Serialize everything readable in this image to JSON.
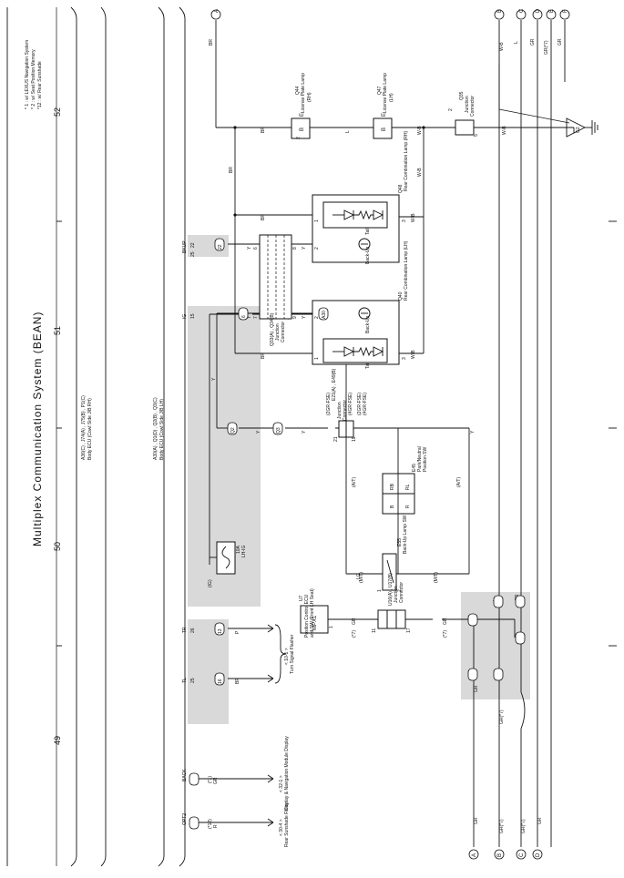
{
  "title": "Multiplex Communication System (BEAN)",
  "notes": [
    "* 1 : w/ LEXUS Navigation System",
    "* 2 : w/ Seat Position Memory",
    "*12 : w/ Rear Sunshade"
  ],
  "page_numbers": [
    "52",
    "51",
    "50",
    "49"
  ],
  "ecu_labels": {
    "rh_line1": "A36(C) , J74(A) , J75(B) , P1(C)",
    "rh_line2": "Body ECU (Cowl Side J/B RH)",
    "lh_line1": "A30(A) , Q1(D) , Q2(B) , Q3(C)",
    "lh_line2": "Body ECU (Cowl Side J/B LH)"
  },
  "terminals": {
    "bkup": "BKUP",
    "ig": "IG",
    "tr": "TR",
    "tl": "TL",
    "back": "BACK",
    "opt2": "OPT2",
    "pin_22": "22",
    "pin_25": "25",
    "pin_15": "15",
    "pin_6": "6",
    "pin_26": "26",
    "pin_13": "13",
    "pin_25b": "25",
    "pin_16": "16",
    "pin_27": "27",
    "pin_23": "23"
  },
  "wire_colors": {
    "br": "BR",
    "y": "Y",
    "p": "P",
    "r": "R",
    "gr": "GR",
    "gr7": "GR(*7)",
    "l": "L",
    "lg": "LG",
    "wb": "W-B"
  },
  "components": {
    "q44_code": "Q44",
    "q44_name": "License Plate Lamp",
    "q44_side": "(RH)",
    "q47_code": "Q47",
    "q47_name": "License Plate Lamp",
    "q47_side": "(LH)",
    "q35_code": "Q35",
    "q35_name1": "Junction",
    "q35_name2": "Connector",
    "q48_code": "Q48",
    "q48_name": "Rear Combination Lamp (RH)",
    "q40_code": "Q40",
    "q40_name": "Rear Combination Lamp (LH)",
    "tail": "Tail",
    "backup": "Back-Up",
    "q33_code": "Q33(A) , Q34(B)",
    "q33_name1": "Junction",
    "q33_name2": "Connector",
    "e21_code": "E21(A) , E49(B)",
    "e21_name1": "Junction",
    "e21_name2": "Connector",
    "e45_code": "E45",
    "e45_name1": "Park/Neutral",
    "e45_name2": "Position SW",
    "rl": "RL",
    "rb": "RB",
    "b": "B",
    "r": "R",
    "e55_code": "E55",
    "e55_name": "Back-Up Lamp SW",
    "fuse_name": "10A",
    "fuse_name2": "LH-IG",
    "ig_label": "(IG)",
    "u7_code": "U7",
    "u7_name1": "Position Control ECU",
    "u7_name2": "and SW (Front LH Seat)",
    "mpx1": "MPX1",
    "u16_code": "U16(A) , U17(B)",
    "u16_name1": "Junction",
    "u16_name2": "Connector",
    "flasher": "Turn Signal Flasher",
    "flasher_ref": "< 10-1 >",
    "nav": "Display & Navigation Module Display",
    "nav_ref": "< 32-1 >",
    "sunshade": "Rear Sunshade Relay",
    "sunshade_ref": "< 30-4 >"
  },
  "variants": {
    "at": "(A/T)",
    "mt": "(M/T)",
    "s1": "(*1)",
    "s12": "(*12)",
    "s7": "(*7)",
    "gr_fse": "(2GR-FSE)",
    "gr_fse4": "(4GR-FSE)"
  },
  "connector_refs": {
    "g2": "G2",
    "a": "A",
    "b": "B",
    "c": "C",
    "d": "D",
    "e": "E",
    "f": "F",
    "pin_1": "1",
    "pin_2": "2",
    "pin_3": "3",
    "pin_4": "4",
    "pin_5": "5",
    "pin_6": "6",
    "pin_7": "7",
    "pin_8": "8",
    "pin_9": "9",
    "pin_11": "11",
    "pin_17": "17",
    "pin_18": "18",
    "pin_19": "19",
    "pin_21": "21",
    "pin_23": "23",
    "pin_25": "25"
  },
  "pill_labels": {
    "j74": "J74",
    "j75": "J75",
    "q2": "Q2",
    "q3": "Q3",
    "a30": "A30",
    "q1": "Q1",
    "p1": "P1",
    "a36": "A36"
  },
  "colors": {
    "line": "#111111",
    "shade": "#d9d9d9"
  }
}
